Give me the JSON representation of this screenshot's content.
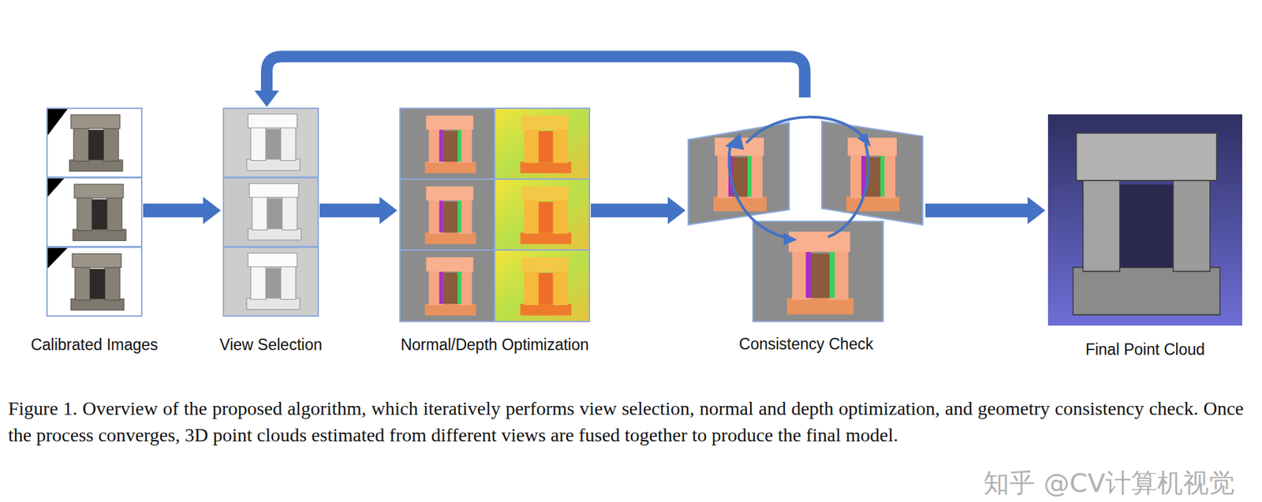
{
  "diagram": {
    "caption": "Figure 1. Overview of the proposed algorithm, which iteratively performs view selection, normal and depth optimization, and geometry consistency check. Once the process converges, 3D point clouds estimated from different views are fused together to produce the final model.",
    "nodes": [
      {
        "text": [
          "Calibrated Images"
        ]
      },
      {
        "text": [
          "View Selection"
        ]
      },
      {
        "text": [
          "Normal/Depth Optimization"
        ]
      },
      {
        "text": [
          "Consistency Check"
        ]
      },
      {
        "text": [
          "Final Point Cloud"
        ]
      }
    ],
    "edges": [
      {
        "from": 0,
        "to": 1,
        "arrow": "to"
      },
      {
        "from": 1,
        "to": 2,
        "arrow": "to"
      },
      {
        "from": 2,
        "to": 3,
        "arrow": "to"
      },
      {
        "from": 3,
        "to": 4,
        "arrow": "to"
      },
      {
        "from": 3,
        "to": 1,
        "arrow": "to"
      }
    ],
    "labels": [
      "知乎 @CV计算机视觉"
    ]
  }
}
